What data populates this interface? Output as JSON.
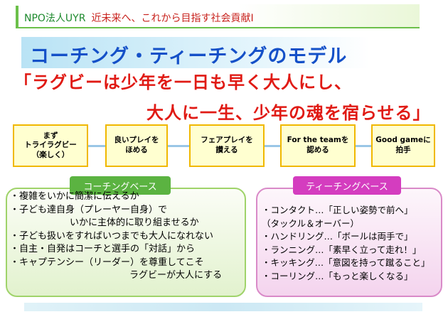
{
  "header": {
    "org": "NPO法人UYR",
    "subtitle": "近未来へ、これから目指す社会貢献Ⅰ"
  },
  "title": "コーチング・ティーチングのモデル",
  "quote": {
    "line1": "「ラグビーは少年を一日も早く大人にし、",
    "line2": "大人に一生、少年の魂を宿らせる」"
  },
  "steps": [
    "まず\nトライラグビー\n（楽しく）",
    "良いプレイを\nほめる",
    "フェアプレイを\n讃える",
    "For the teamを\n認める",
    "Good gameに\n拍手"
  ],
  "coaching": {
    "label": "コーチングベース",
    "items": [
      "・複雑をいかに簡潔に伝えるか",
      "・子ども達自身（プレーヤー自身）で",
      "いかに主体的に取り組ませるか",
      "・子ども扱いをすればいつまでも大人になれない",
      "・自主・自発はコーチと選手の「対話」から",
      "・キャプテンシー（リーダー）を尊重してこそ",
      "ラグビーが大人にする"
    ]
  },
  "teaching": {
    "label": "ティーチングベース",
    "items": [
      "・コンタクト…「正しい姿勢で前へ」",
      "（タックル＆オーバー）",
      "・ハンドリング…「ボールは両手で」",
      "・ランニング…「素早く立って走れ！」",
      "・キッキング…「意図を持って蹴ること」",
      "・コーリング…「もっと楽しくなる」"
    ]
  },
  "colors": {
    "header_org": "#1e8a2e",
    "header_subtitle": "#c8231e",
    "title": "#1450c8",
    "quote": "#e01a14",
    "coaching_accent": "#5bb341",
    "teaching_accent": "#d43dbf",
    "step_border": "#f0b800"
  }
}
